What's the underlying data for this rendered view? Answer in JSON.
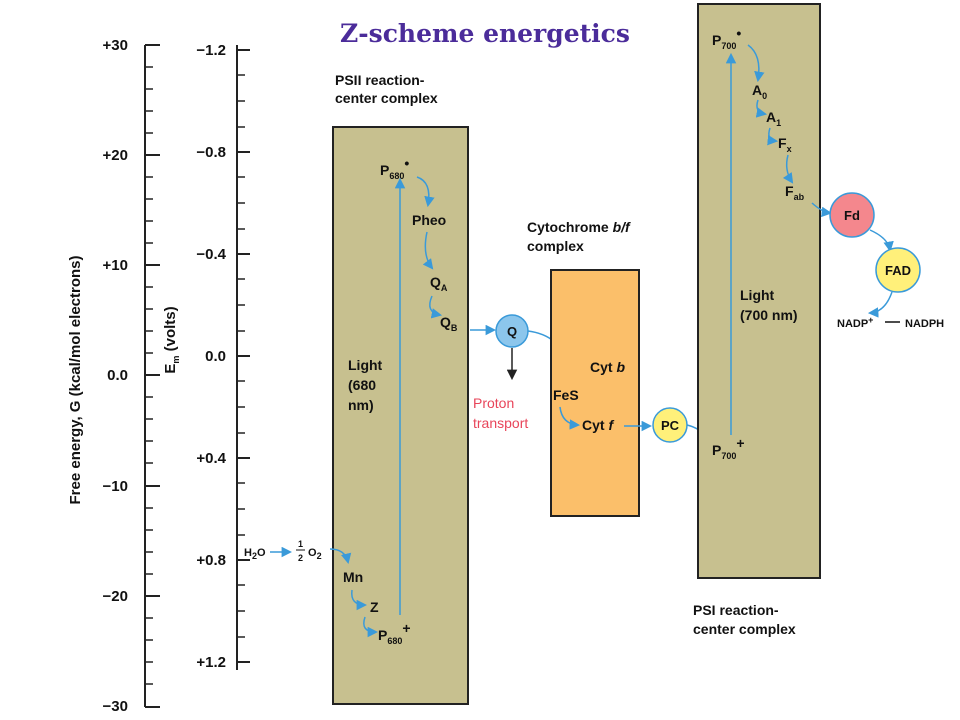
{
  "title": "Z-scheme energetics",
  "axis_g": {
    "label": "Free energy, G (kcal/mol electrons)",
    "ticks": [
      "+30",
      "+20",
      "+10",
      "0.0",
      "−10",
      "−20",
      "−30"
    ]
  },
  "axis_em": {
    "label_main": "E",
    "label_sub": "m",
    "label_rest": " (volts)",
    "ticks": [
      "−1.2",
      "−0.8",
      "−0.4",
      "0.0",
      "+0.4",
      "+0.8",
      "+1.2"
    ]
  },
  "psii": {
    "title_line1": "PSII reaction-",
    "title_line2": "center complex",
    "light_line1": "Light",
    "light_line2": "(680",
    "light_line3": "nm)",
    "p680_star_main": "P",
    "p680_star_sub": "680",
    "p680_star_sup": "•",
    "pheo": "Pheo",
    "qa_main": "Q",
    "qa_sub": "A",
    "qb_main": "Q",
    "qb_sub": "B",
    "mn": "Mn",
    "z": "Z",
    "p680_plus_main": "P",
    "p680_plus_sub": "680",
    "p680_plus_sup": "+"
  },
  "water": {
    "h2o_main": "H",
    "h2o_sub": "2",
    "h2o_tail": "O",
    "half_num": "1",
    "half_den": "2",
    "o2_main": "O",
    "o2_sub": "2"
  },
  "cytochrome": {
    "title_line1_a": "Cytochrome ",
    "title_line1_b": "b/f",
    "title_line2": "complex",
    "cytb_a": "Cyt ",
    "cytb_b": "b",
    "fes": "FeS",
    "cytf_a": "Cyt ",
    "cytf_b": "f"
  },
  "q_bubble": "Q",
  "pc_bubble": "PC",
  "proton_line1": "Proton",
  "proton_line2": "transport",
  "psi": {
    "title_line1": "PSI reaction-",
    "title_line2": "center complex",
    "light_line1": "Light",
    "light_line2": "(700 nm)",
    "p700_star_main": "P",
    "p700_star_sub": "700",
    "p700_star_sup": "•",
    "a0_main": "A",
    "a0_sub": "0",
    "a1_main": "A",
    "a1_sub": "1",
    "fx_main": "F",
    "fx_sub": "x",
    "fab_main": "F",
    "fab_sub": "ab",
    "p700_plus_main": "P",
    "p700_plus_sub": "700",
    "p700_plus_sup": "+"
  },
  "fd_bubble": "Fd",
  "fad_bubble": "FAD",
  "nadp_main": "NADP",
  "nadp_sup": "+",
  "nadph": "NADPH",
  "colors": {
    "title": "#4b2c9a",
    "photosystem_fill": "#c7c08f",
    "cytochrome_fill": "#fbbf6a",
    "arrow": "#3a9ad9",
    "q_bubble": "#8cc6ec",
    "pc_bubble": "#fff07a",
    "fd_bubble": "#f4878d",
    "fad_bubble": "#fff07a",
    "proton_text": "#e8455a"
  }
}
